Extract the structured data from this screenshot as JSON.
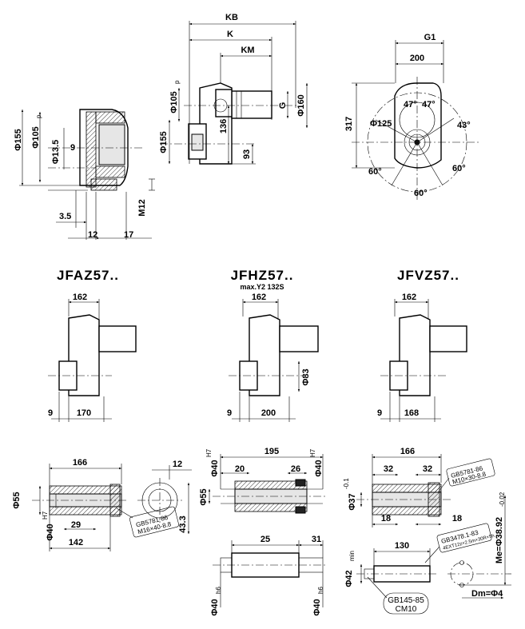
{
  "titles": {
    "jfaz": "JFAZ57..",
    "jfhz": "JFHZ57..",
    "jfhz_note": "max.Y2 132S",
    "jfvz": "JFVZ57.."
  },
  "top_left": {
    "phi155": "Φ155",
    "phi105": "Φ105",
    "phi105_sub": "p",
    "phi13_5": "Φ13.5",
    "nine": "9",
    "m12": "M12",
    "d3_5": "3.5",
    "d12": "12",
    "d17": "17"
  },
  "top_mid": {
    "kb": "KB",
    "k": "K",
    "km": "KM",
    "g": "G",
    "phi160": "Φ160",
    "phi105": "Φ105",
    "phi105_sub": "p",
    "phi155": "Φ155",
    "d136": "136",
    "d93": "93"
  },
  "top_right": {
    "g1": "G1",
    "d200": "200",
    "d317": "317",
    "phi125": "Φ125",
    "a47a": "47°",
    "a47b": "47°",
    "a43": "43°",
    "a60l": "60°",
    "a60r": "60°",
    "a60b": "60°"
  },
  "mid_views": {
    "jfaz_w": "162",
    "jfaz_9": "9",
    "jfaz_b": "170",
    "jfhz_w": "162",
    "jfhz_9": "9",
    "jfhz_b": "200",
    "jfhz_phi": "Φ83",
    "jfvz_w": "162",
    "jfvz_9": "9",
    "jfvz_b": "168"
  },
  "bot_left": {
    "d166": "166",
    "d12": "12",
    "phi55": "Φ55",
    "phi40": "Φ40",
    "phi40_sup": "H7",
    "d29": "29",
    "d142": "142",
    "d43_3": "43.3",
    "note1": "GB5781-86",
    "note2": "M16×40-8.8"
  },
  "bot_mid": {
    "d195": "195",
    "d20": "20",
    "d26": "26",
    "phi40l": "Φ40",
    "phi40r": "Φ40",
    "sup": "H7",
    "phi55": "Φ55",
    "d25": "25",
    "d31": "31",
    "phi40bl": "Φ40",
    "phi40br": "Φ40",
    "sub": "h6"
  },
  "bot_right": {
    "d166": "166",
    "d32a": "32",
    "d32b": "32",
    "phi37": "Φ37",
    "phi37_sup": "-0.1",
    "d18a": "18",
    "d18b": "18",
    "note1": "GB5781-86",
    "note2": "M10×30-8.8",
    "note3": "GB3478.1-83",
    "note4": "4EXT12z×2.5m×30R×5h",
    "d130": "130",
    "phi42": "Φ42",
    "phi42_sub": "min",
    "gb": "GB145-85",
    "cm10": "CM10",
    "me": "Me=Φ38.92",
    "me_sub": "-0.02",
    "dm": "Dm=Φ4"
  }
}
